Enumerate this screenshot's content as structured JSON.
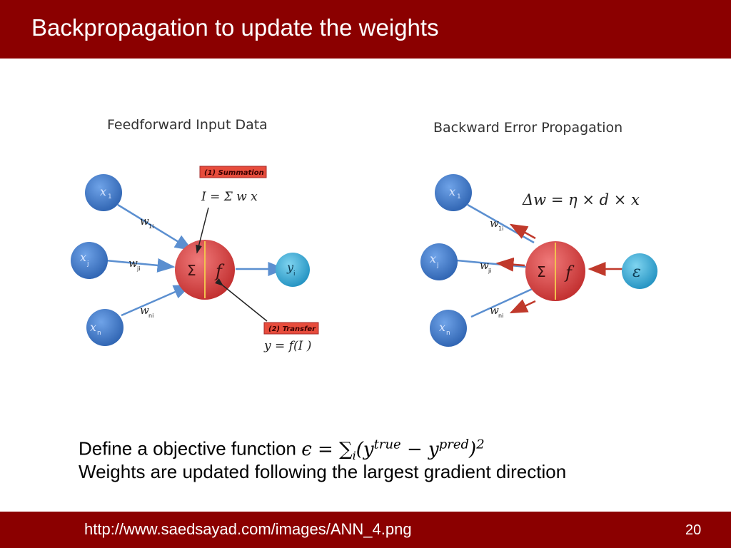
{
  "slide": {
    "title": "Backpropagation to update the weights",
    "footer_url": "http://www.saedsayad.com/images/ANN_4.png",
    "page_number": "20"
  },
  "figure": {
    "left": {
      "heading": "Feedforward Input Data",
      "inputs": [
        "x",
        "x",
        "x"
      ],
      "input_subscripts": [
        "1",
        "j",
        "n"
      ],
      "weights": [
        "w",
        "w",
        "w"
      ],
      "weight_subscripts": [
        "1i",
        "ji",
        "ni"
      ],
      "neuron_sum": "Σ",
      "neuron_f": "f",
      "output": "y",
      "output_subscript": "i",
      "summation_label": "(1) Summation",
      "summation_formula": "I  = Σ w  x",
      "transfer_label": "(2) Transfer",
      "transfer_formula": "y  = f(I )"
    },
    "right": {
      "heading": "Backward Error Propagation",
      "inputs": [
        "x",
        "x",
        "x"
      ],
      "input_subscripts": [
        "1",
        "j",
        "n"
      ],
      "weights": [
        "w",
        "w",
        "w"
      ],
      "weight_subscripts": [
        "1i",
        "ji",
        "ni"
      ],
      "neuron_sum": "Σ",
      "neuron_f": "f",
      "error_node": "ε",
      "update_formula": "Δw = η × d × x"
    }
  },
  "bullets": {
    "line1_text": "Define a objective function ",
    "line1_math_a": "ϵ = ∑",
    "line1_math_i": "i",
    "line1_math_b": "(y",
    "line1_sup_true": "true",
    "line1_math_c": " − y",
    "line1_sup_pred": "pred",
    "line1_math_d": ")",
    "line1_sup_2": "2",
    "line2_text": "Weights are updated following the largest gradient direction"
  },
  "colors": {
    "header": "#8b0000",
    "input_node": "#3a78c9",
    "neuron": "#d84040",
    "output_node": "#3ab0d8",
    "arrow_back": "#c0392b",
    "label_box": "#e74c3c"
  }
}
